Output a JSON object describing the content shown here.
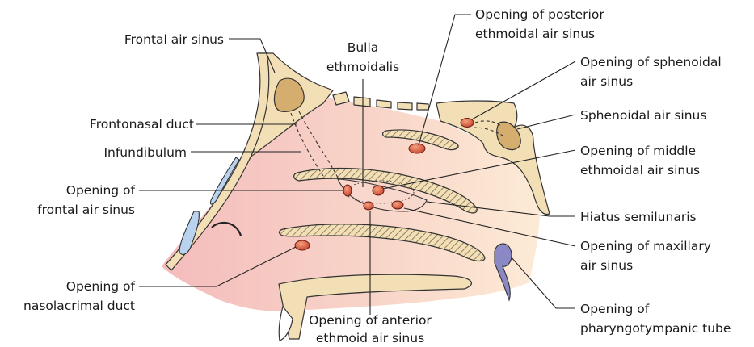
{
  "labels": {
    "frontal_air_sinus": "Frontal air sinus",
    "frontonasal_duct": "Frontonasal duct",
    "infundibulum": "Infundibulum",
    "opening_frontal_l1": "Opening of",
    "opening_frontal_l2": "frontal air sinus",
    "opening_nasolacrimal_l1": "Opening of",
    "opening_nasolacrimal_l2": "nasolacrimal duct",
    "bulla_l1": "Bulla",
    "bulla_l2": "ethmoidalis",
    "posterior_l1": "Opening of posterior",
    "posterior_l2": "ethmoidal air sinus",
    "sphenoidal_opening_l1": "Opening of sphenoidal",
    "sphenoidal_opening_l2": "air sinus",
    "sphenoidal_sinus": "Sphenoidal air sinus",
    "middle_l1": "Opening of middle",
    "middle_l2": "ethmoidal air sinus",
    "hiatus": "Hiatus semilunaris",
    "maxillary_l1": "Opening of maxillary",
    "maxillary_l2": "air sinus",
    "anterior_l1": "Opening of anterior",
    "anterior_l2": "ethmoid air sinus",
    "pharyngo_l1": "Opening of",
    "pharyngo_l2": "pharyngotympanic tube"
  },
  "colors": {
    "wall_left": "#f6c4c0",
    "wall_right": "#fbe6cf",
    "bone": "#f3dfb6",
    "sinus": "#d5ad6e",
    "opening": "#d9573c",
    "tube": "#8b88c6",
    "lacrimal": "#b9d3ee"
  }
}
